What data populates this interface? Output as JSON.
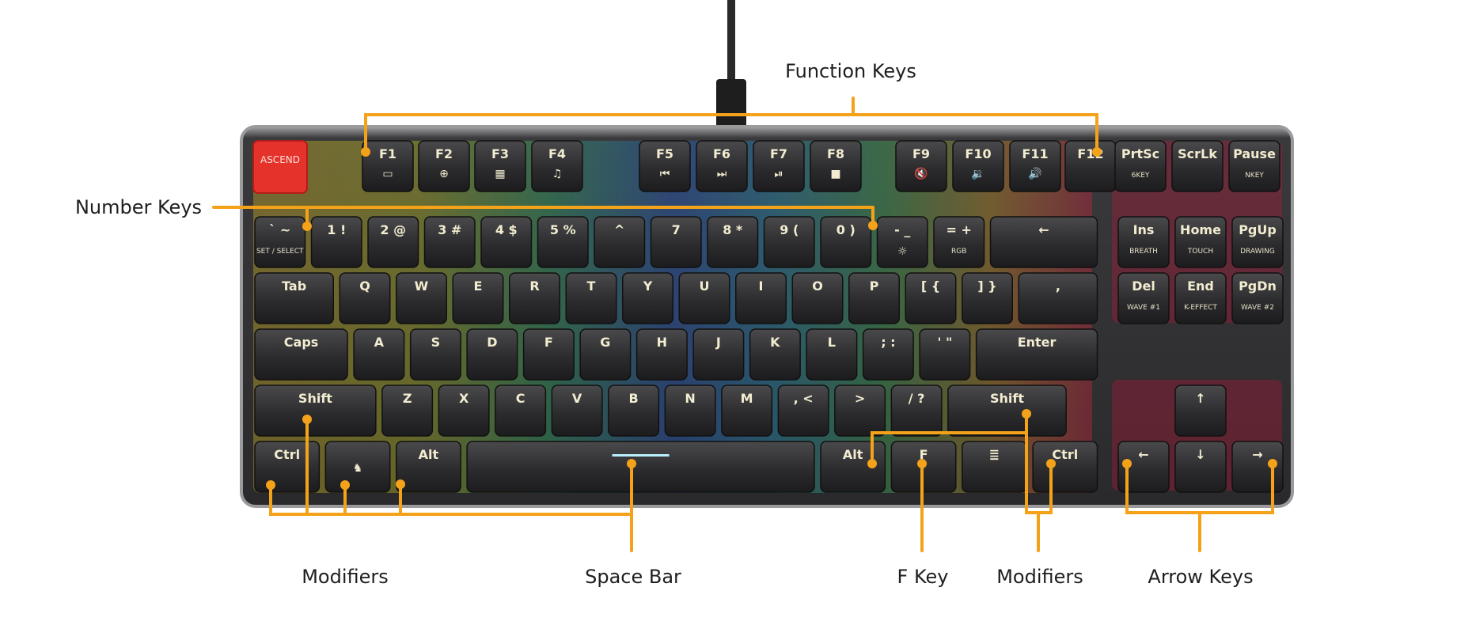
{
  "callouts": {
    "function_keys": "Function Keys",
    "number_keys": "Number Keys",
    "modifiers_left": "Modifiers",
    "space_bar": "Space Bar",
    "f_key": "F Key",
    "modifiers_right": "Modifiers",
    "arrow_keys": "Arrow Keys"
  },
  "colors": {
    "callout": "#f4a21a",
    "case": "#2b2b2d",
    "keycap": "#2a2a2c",
    "legend": "#f2ecd0",
    "brand_key": "#e5322b"
  },
  "keyboard": {
    "brand_key": "ASCEND",
    "esc_row": [
      {
        "main": "F1",
        "icon": "monitor-icon",
        "glyph": "▭"
      },
      {
        "main": "F2",
        "icon": "globe-icon",
        "glyph": "⊕"
      },
      {
        "main": "F3",
        "icon": "calculator-icon",
        "glyph": "▦"
      },
      {
        "main": "F4",
        "icon": "music-note-icon",
        "glyph": "♫"
      },
      {
        "main": "F5",
        "icon": "previous-track-icon",
        "glyph": "⏮"
      },
      {
        "main": "F6",
        "icon": "next-track-icon",
        "glyph": "⏭"
      },
      {
        "main": "F7",
        "icon": "play-pause-icon",
        "glyph": "⏯"
      },
      {
        "main": "F8",
        "icon": "stop-icon",
        "glyph": "■"
      },
      {
        "main": "F9",
        "icon": "mute-icon",
        "glyph": "🔇"
      },
      {
        "main": "F10",
        "icon": "volume-down-icon",
        "glyph": "🔉"
      },
      {
        "main": "F11",
        "icon": "volume-up-icon",
        "glyph": "🔊"
      },
      {
        "main": "F12",
        "icon": "",
        "glyph": ""
      },
      {
        "main": "PrtSc",
        "sub": "6KEY"
      },
      {
        "main": "ScrLk",
        "sub": ""
      },
      {
        "main": "Pause",
        "sub": "NKEY"
      }
    ],
    "number_row": [
      {
        "main": "` ~",
        "sub": "SET / SELECT"
      },
      {
        "main": "1 !"
      },
      {
        "main": "2 @"
      },
      {
        "main": "3 #"
      },
      {
        "main": "4 $"
      },
      {
        "main": "5 %"
      },
      {
        "main": "^"
      },
      {
        "main": "7"
      },
      {
        "main": "8 *"
      },
      {
        "main": "9 ("
      },
      {
        "main": "0 )"
      },
      {
        "main": "- _",
        "sub": "brightness-icon"
      },
      {
        "main": "= +",
        "sub": "RGB"
      },
      {
        "main": "←"
      },
      {
        "main": "Ins",
        "sub": "BREATH"
      },
      {
        "main": "Home",
        "sub": "TOUCH"
      },
      {
        "main": "PgUp",
        "sub": "DRAWING"
      }
    ],
    "tab_row": [
      {
        "main": "Tab"
      },
      {
        "main": "Q"
      },
      {
        "main": "W"
      },
      {
        "main": "E"
      },
      {
        "main": "R"
      },
      {
        "main": "T"
      },
      {
        "main": "Y"
      },
      {
        "main": "U"
      },
      {
        "main": "I"
      },
      {
        "main": "O"
      },
      {
        "main": "P"
      },
      {
        "main": "[ {"
      },
      {
        "main": "] }"
      },
      {
        "main": ","
      },
      {
        "main": "Del",
        "sub": "WAVE #1"
      },
      {
        "main": "End",
        "sub": "K-EFFECT"
      },
      {
        "main": "PgDn",
        "sub": "WAVE #2"
      }
    ],
    "caps_row": [
      {
        "main": "Caps"
      },
      {
        "main": "A"
      },
      {
        "main": "S"
      },
      {
        "main": "D"
      },
      {
        "main": "F"
      },
      {
        "main": "G"
      },
      {
        "main": "H"
      },
      {
        "main": "J"
      },
      {
        "main": "K"
      },
      {
        "main": "L"
      },
      {
        "main": "; :"
      },
      {
        "main": "' \""
      },
      {
        "main": "Enter"
      }
    ],
    "shift_row": [
      {
        "main": "Shift"
      },
      {
        "main": "Z"
      },
      {
        "main": "X"
      },
      {
        "main": "C"
      },
      {
        "main": "V"
      },
      {
        "main": "B"
      },
      {
        "main": "N"
      },
      {
        "main": "M"
      },
      {
        "main": ", <"
      },
      {
        "main": ">"
      },
      {
        "main": "/ ?"
      },
      {
        "main": "Shift"
      },
      {
        "main": "↑"
      }
    ],
    "bottom_row": [
      {
        "main": "Ctrl"
      },
      {
        "main": "",
        "icon": "glorious-logo-icon"
      },
      {
        "main": "Alt"
      },
      {
        "main": "",
        "icon": "spacebar-bar"
      },
      {
        "main": "Alt"
      },
      {
        "main": "F"
      },
      {
        "main": "≣",
        "icon": "menu-icon"
      },
      {
        "main": "Ctrl"
      },
      {
        "main": "←"
      },
      {
        "main": "↓"
      },
      {
        "main": "→"
      }
    ]
  }
}
